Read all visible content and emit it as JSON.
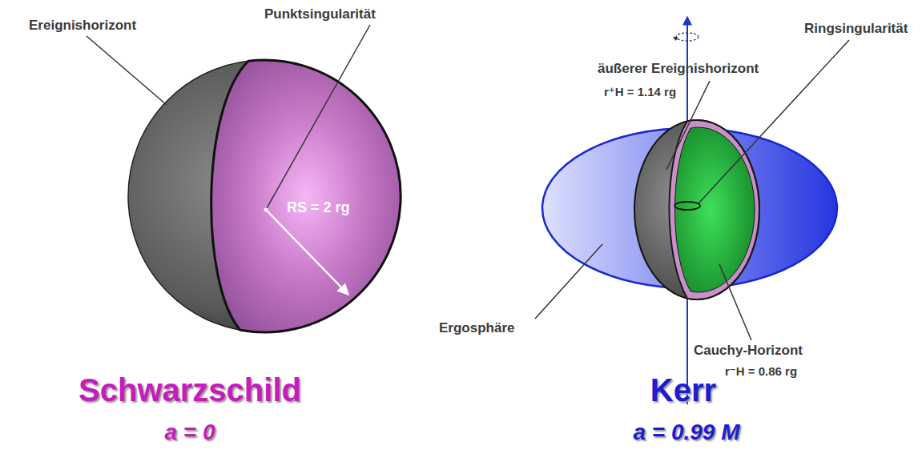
{
  "diagram": {
    "nodes": [
      {
        "text": [
          "RS = 2 rg"
        ]
      }
    ],
    "labels": [
      "Ereignishorizont",
      "Punktsingularität",
      "Schwarzschild",
      "a = 0",
      "Ringsingularität",
      "äußerer Ereignishorizont",
      "r⁺H = 1.14 rg",
      "Ergosphäre",
      "Cauchy-Horizont",
      "r⁻H = 0.86 rg",
      "Kerr",
      "a = 0.99 M"
    ]
  }
}
